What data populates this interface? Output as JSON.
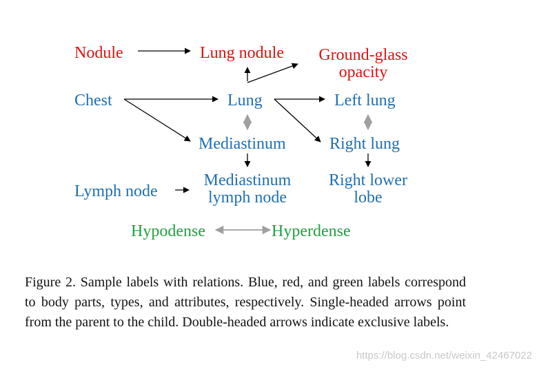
{
  "colors": {
    "body_part": "#1f6fb2",
    "type": "#e01010",
    "attribute": "#22a040",
    "arrow": "#000000",
    "exclusive_arrow": "#a0a0a0"
  },
  "nodes": {
    "nodule": "Nodule",
    "lung_nodule": "Lung nodule",
    "ground_glass_line1": "Ground-glass",
    "ground_glass_line2": "opacity",
    "chest": "Chest",
    "lung": "Lung",
    "left_lung": "Left lung",
    "mediastinum": "Mediastinum",
    "right_lung": "Right lung",
    "lymph_node": "Lymph node",
    "mediastinum_lymph_line1": "Mediastinum",
    "mediastinum_lymph_line2": "lymph node",
    "right_lower_line1": "Right lower",
    "right_lower_line2": "lobe",
    "hypodense": "Hypodense",
    "hyperdense": "Hyperdense"
  },
  "caption": "Figure 2. Sample labels with relations. Blue, red, and green labels correspond to body parts, types, and attributes, respectively. Single-headed arrows point from the parent to the child. Double-headed arrows indicate exclusive labels.",
  "watermark": "https://blog.csdn.net/weixin_42467022"
}
